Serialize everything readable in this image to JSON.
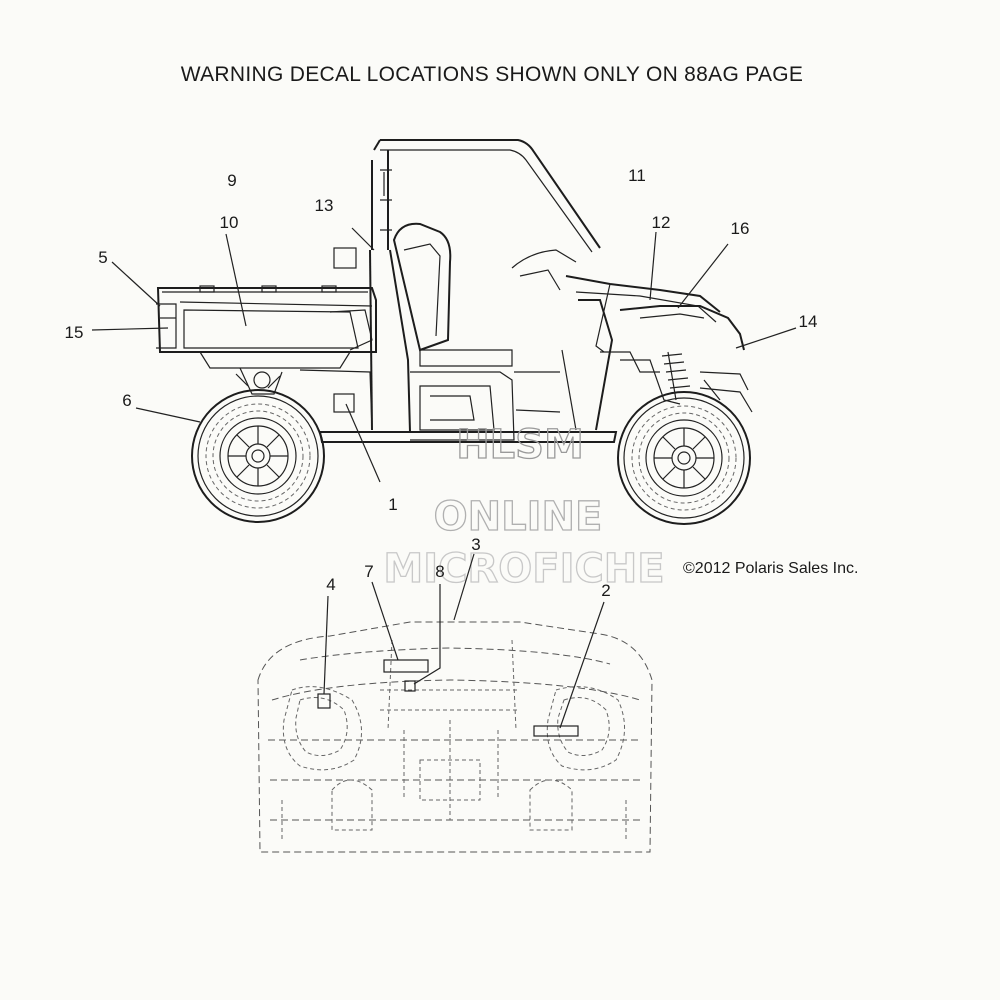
{
  "header": {
    "title": "WARNING DECAL LOCATIONS SHOWN ONLY ON 88AG PAGE"
  },
  "callouts": {
    "c1": "1",
    "c2": "2",
    "c3": "3",
    "c4": "4",
    "c5": "5",
    "c6": "6",
    "c7": "7",
    "c8": "8",
    "c9": "9",
    "c10": "10",
    "c11": "11",
    "c12": "12",
    "c13": "13",
    "c14": "14",
    "c15": "15",
    "c16": "16"
  },
  "copyright": "©2012 Polaris Sales Inc.",
  "watermark": {
    "line1": "HLSM",
    "line2": "ONLINE",
    "line3": "MICROFICHE"
  },
  "colors": {
    "linework": "#222222",
    "background": "#fbfbf8",
    "watermark": "#a8a8a8"
  }
}
